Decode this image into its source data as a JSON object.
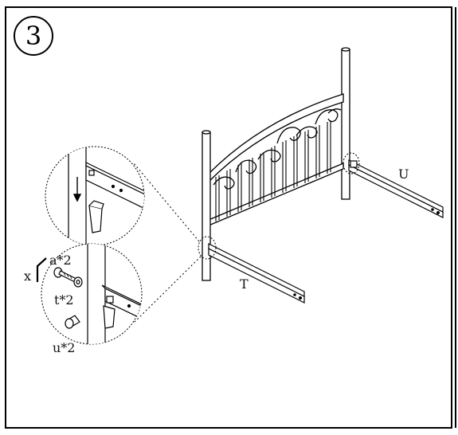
{
  "step": {
    "number": "3"
  },
  "labels": {
    "rail_t": "T",
    "rail_u": "U",
    "tool": "x",
    "part_a": "a*2",
    "part_t": "t*2",
    "part_u": "u*2"
  }
}
